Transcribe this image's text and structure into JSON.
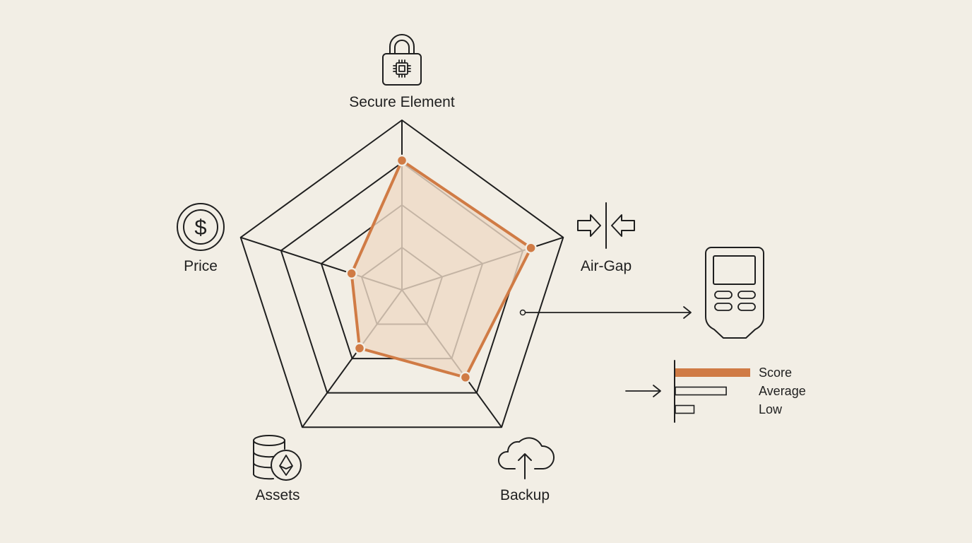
{
  "colors": {
    "background": "#f2eee5",
    "line": "#1f1f1f",
    "accent": "#d07b45",
    "accent_fill": "#eed9c5"
  },
  "chart_data": {
    "type": "radar",
    "axes": [
      {
        "label": "Secure Element",
        "icon": "padlock-chip-icon"
      },
      {
        "label": "Air-Gap",
        "icon": "air-gap-arrows-icon"
      },
      {
        "label": "Backup",
        "icon": "cloud-upload-icon"
      },
      {
        "label": "Assets",
        "icon": "coins-ethereum-icon"
      },
      {
        "label": "Price",
        "icon": "dollar-coin-icon"
      }
    ],
    "rings": 4,
    "max": 4,
    "series": [
      {
        "values": [
          3.05,
          3.2,
          2.55,
          1.7,
          1.25
        ]
      }
    ],
    "legend": {
      "position": "right",
      "items": [
        {
          "label": "Score",
          "value": 1.0
        },
        {
          "label": "Average",
          "value": 0.68
        },
        {
          "label": "Low",
          "value": 0.25
        }
      ]
    },
    "side_icon": "hardware-wallet-icon"
  }
}
